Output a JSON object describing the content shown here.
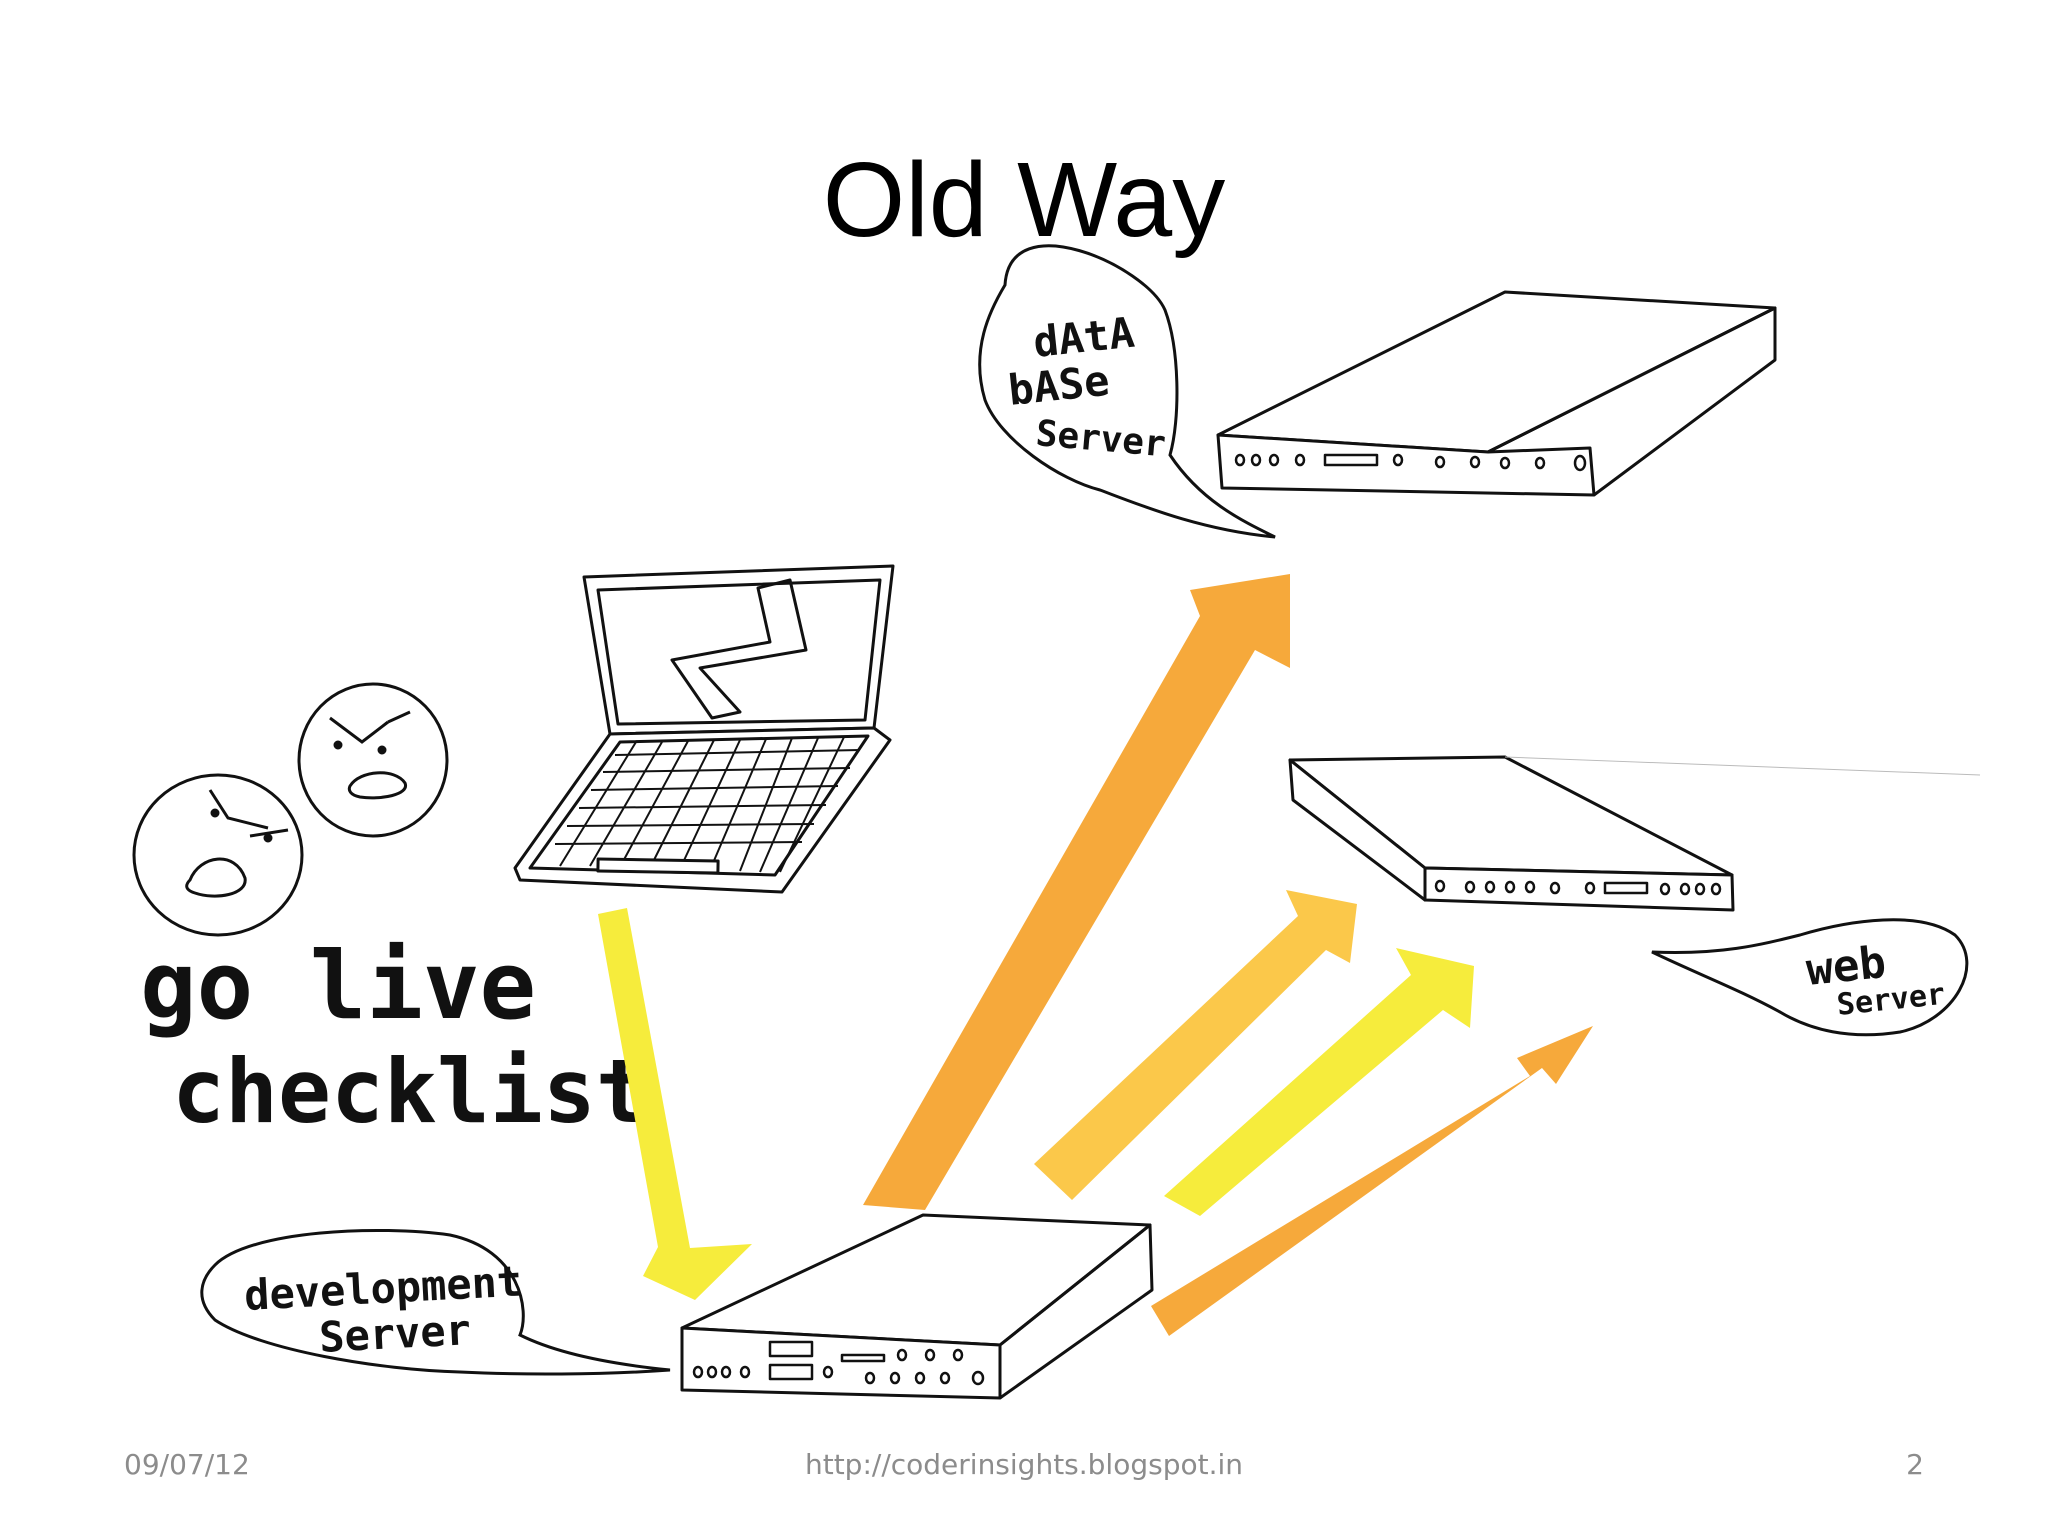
{
  "slide": {
    "title": "Old Way"
  },
  "diagram": {
    "checklist_line1": "go live",
    "checklist_line2": "checklist",
    "db_label_line1": "dAtA",
    "db_label_line2": "bASe",
    "db_label_line3": "Server",
    "web_label_line1": "web",
    "web_label_line2": "Server",
    "dev_label_line1": "development",
    "dev_label_line2": "Server",
    "colors": {
      "arrow_orange": "#f6a93b",
      "arrow_yellow_orange": "#fbc84a",
      "arrow_yellow": "#f6ec3c",
      "ink": "#111111"
    }
  },
  "footer": {
    "date": "09/07/12",
    "url": "http://coderinsights.blogspot.in",
    "page": "2"
  }
}
